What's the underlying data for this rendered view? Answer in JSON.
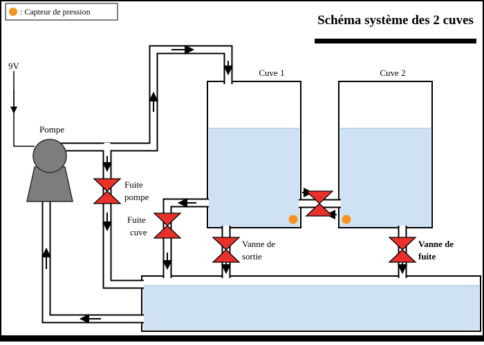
{
  "title": "Schéma système des 2 cuves",
  "legend": {
    "text": ": Capteur de pression"
  },
  "labels": {
    "voltage": "9V",
    "pump": "Pompe",
    "tank1": "Cuve 1",
    "tank2": "Cuve 2",
    "fuite_pompe": [
      "Fuite",
      "pompe"
    ],
    "fuite_cuve": [
      "Fuite",
      "cuve"
    ],
    "vanne_sortie": [
      "Vanne de",
      "sortie"
    ],
    "vanne_fuite": [
      "Vanne de",
      "fuite"
    ]
  },
  "colors": {
    "valve": "#e8312b",
    "water": "#cfe2f3",
    "water_edge": "#a8c3da",
    "pump": "#7d7d7d",
    "sensor": "#f7941d",
    "frame": "#000000"
  }
}
